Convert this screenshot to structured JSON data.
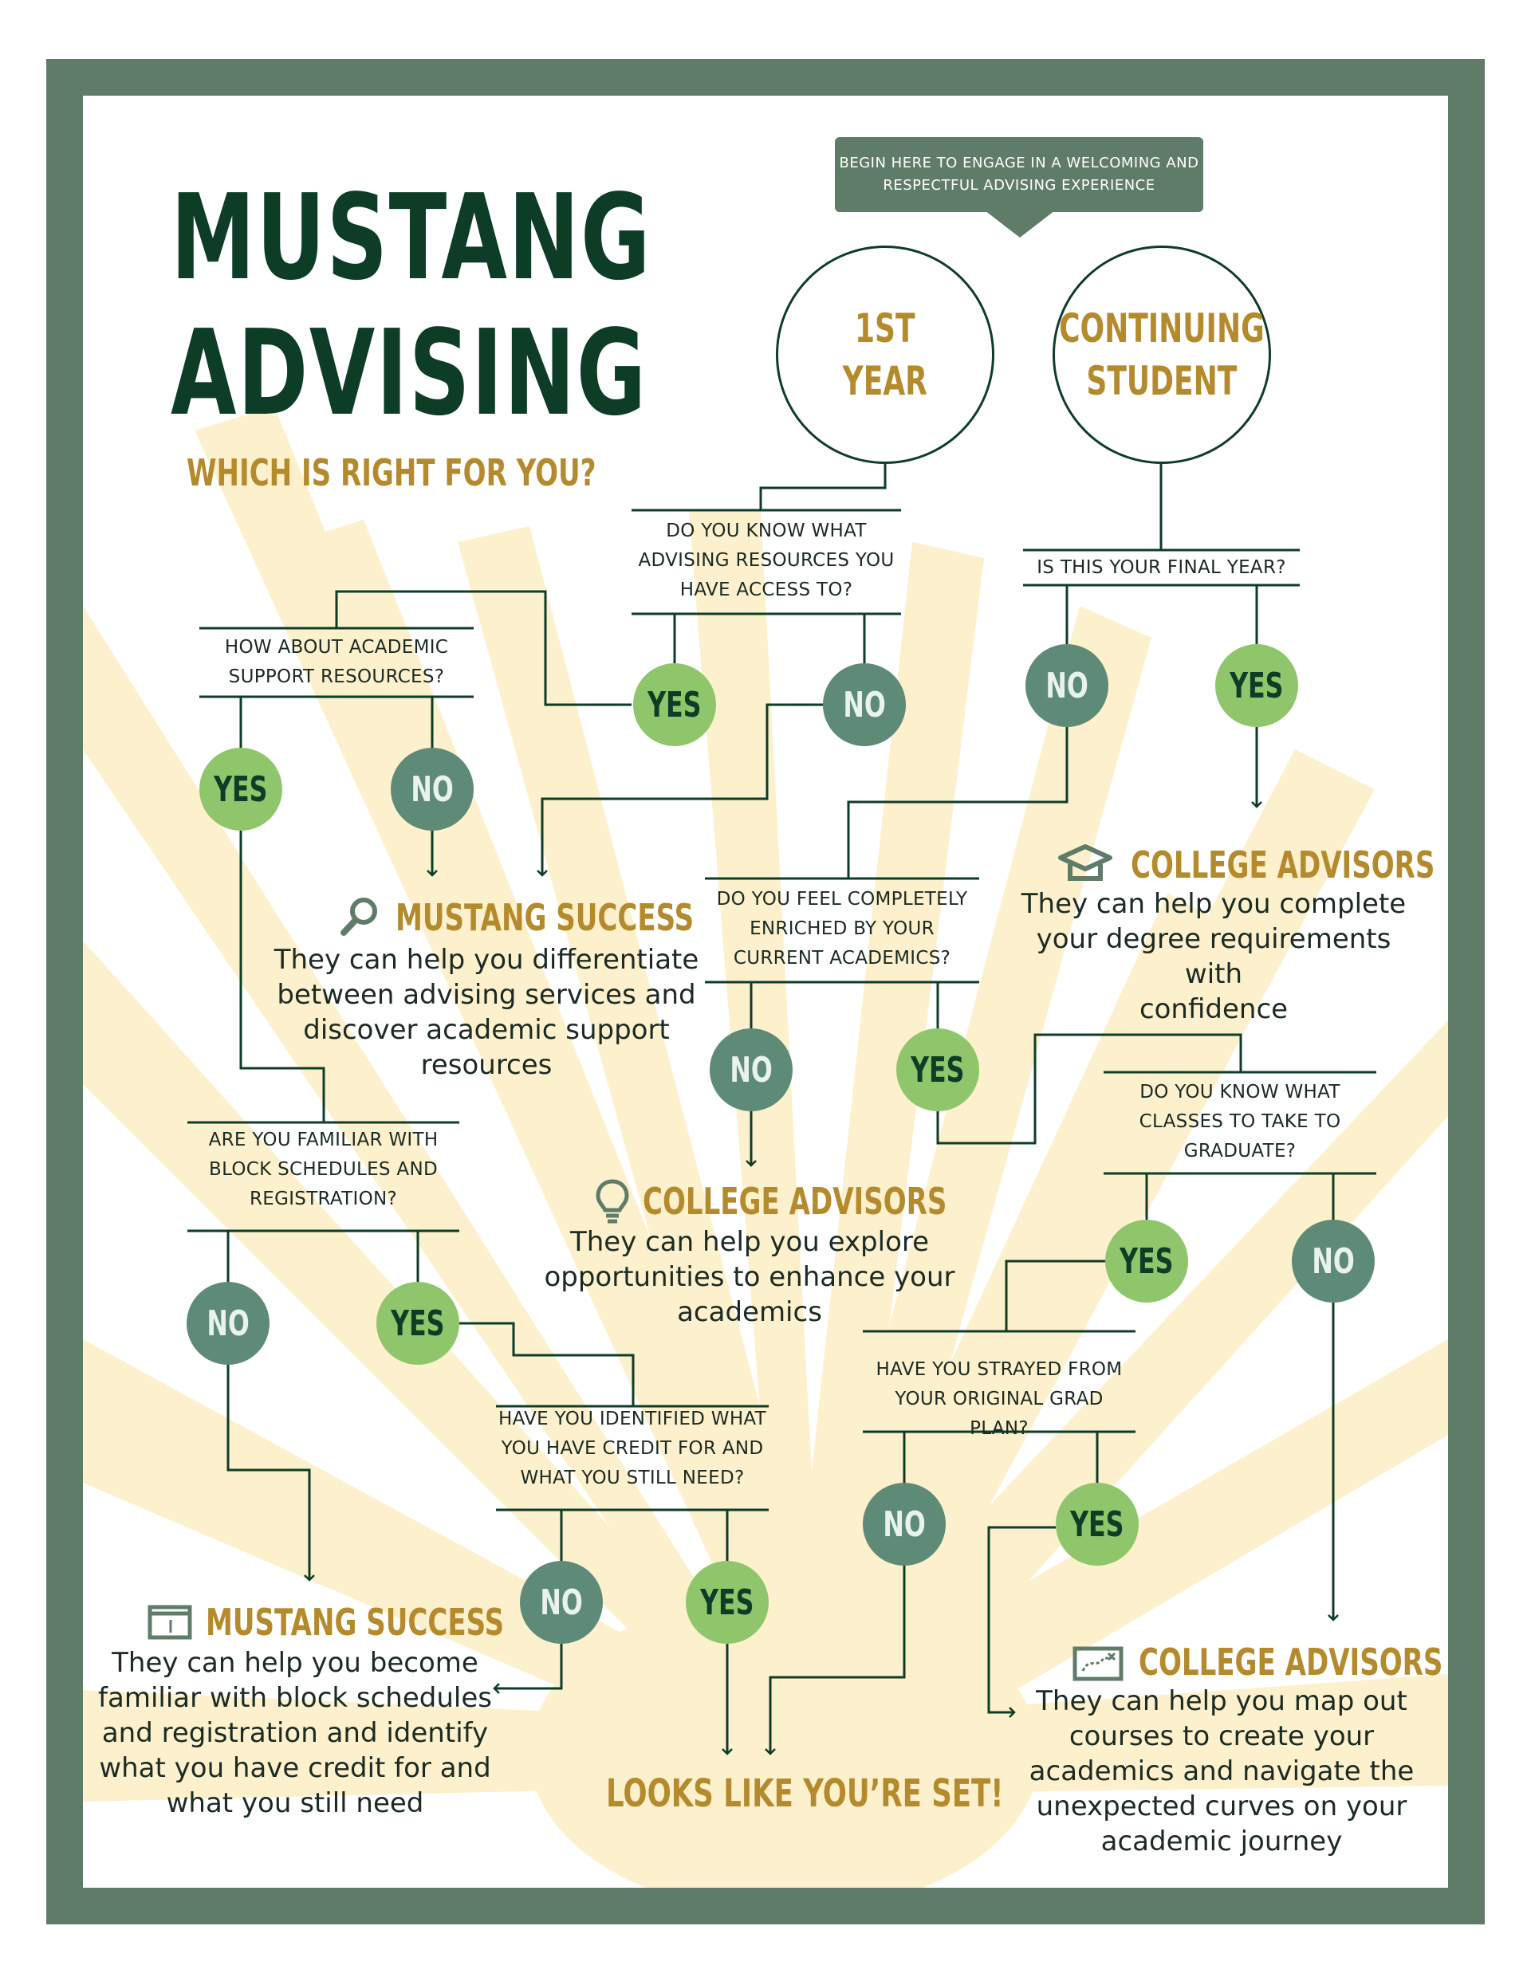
{
  "title": {
    "line1": "MUSTANG",
    "line2": "ADVISING",
    "subtitle": "WHICH IS RIGHT FOR YOU?"
  },
  "start": {
    "callout": "BEGIN HERE TO ENGAGE IN A WELCOMING AND\nRESPECTFUL ADVISING EXPERIENCE",
    "first_year": "1ST\nYEAR",
    "continuing": "CONTINUING\nSTUDENT"
  },
  "questions": {
    "know_resources": "DO YOU KNOW WHAT\nADVISING RESOURCES YOU\nHAVE ACCESS TO?",
    "final_year": "IS THIS YOUR FINAL YEAR?",
    "academic_support": "HOW ABOUT ACADEMIC\nSUPPORT RESOURCES?",
    "enriched": "DO YOU FEEL COMPLETELY\nENRICHED BY YOUR\nCURRENT ACADEMICS?",
    "know_classes": "DO YOU KNOW WHAT\nCLASSES TO TAKE TO\nGRADUATE?",
    "block_schedules": "ARE YOU FAMILIAR WITH\nBLOCK SCHEDULES AND\nREGISTRATION?",
    "strayed": "HAVE YOU STRAYED FROM\nYOUR ORIGINAL GRAD PLAN?",
    "credit": "HAVE YOU IDENTIFIED WHAT\nYOU HAVE CREDIT FOR AND\nWHAT YOU STILL NEED?"
  },
  "answers": {
    "yes": "YES",
    "no": "NO"
  },
  "results": {
    "mustang_success_1": {
      "title": "MUSTANG SUCCESS",
      "body": "They can help you differentiate\nbetween advising services and\ndiscover academic support\nresources",
      "icon": "magnifier-icon"
    },
    "college_advisors_1": {
      "title": "COLLEGE ADVISORS",
      "body": "They can help you complete\nyour degree requirements with\nconfidence",
      "icon": "graduation-cap-icon"
    },
    "college_advisors_2": {
      "title": "COLLEGE ADVISORS",
      "body": "They can help you explore\nopportunities to enhance your\nacademics",
      "icon": "lightbulb-icon"
    },
    "mustang_success_2": {
      "title": "MUSTANG SUCCESS",
      "body": "They can help you become\nfamiliar with block schedules\nand registration and identify\nwhat you have credit for and\nwhat you still need",
      "icon": "calendar-icon"
    },
    "college_advisors_3": {
      "title": "COLLEGE ADVISORS",
      "body": "They can help you map out\ncourses to create your\nacademics and navigate the\nunexpected curves on your\nacademic journey",
      "icon": "map-icon"
    },
    "set": "LOOKS LIKE YOU’RE SET!"
  },
  "colors": {
    "frame": "#5f7c69",
    "title": "#0d3d27",
    "accent_gold": "#b48a2c",
    "yes": "#8fc66b",
    "no": "#5e8a78",
    "rays": "#fdf0cc"
  }
}
